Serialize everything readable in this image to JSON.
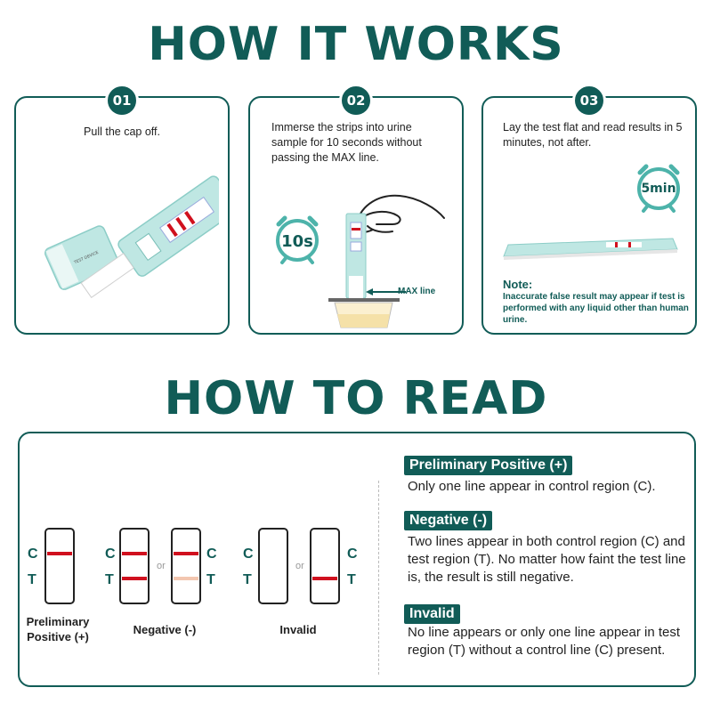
{
  "how_it_works": {
    "title": "HOW IT WORKS",
    "steps": [
      {
        "number": "01",
        "text": "Pull the cap off."
      },
      {
        "number": "02",
        "text": "Immerse the strips into urine sample for 10 seconds without passing the MAX line.",
        "timer": "10s",
        "max_label": "MAX line"
      },
      {
        "number": "03",
        "text": "Lay the test flat and read results in 5 minutes, not after.",
        "timer": "5min",
        "note_title": "Note:",
        "note_text": "Inaccurate false result may appear if test is performed with any liquid other than human urine."
      }
    ]
  },
  "how_to_read": {
    "title": "HOW TO READ",
    "strip_labels": {
      "c": "C",
      "t": "T",
      "or": "or"
    },
    "captions": {
      "positive_line1": "Preliminary",
      "positive_line2": "Positive (+)",
      "negative": "Negative (-)",
      "invalid": "Invalid"
    },
    "results": [
      {
        "heading": "Preliminary Positive (+)",
        "text": "Only one line appear in control region (C)."
      },
      {
        "heading": "Negative (-)",
        "text": "Two lines appear in both control region (C) and test region (T). No matter how faint the test line is, the result is still negative."
      },
      {
        "heading": "Invalid",
        "text": "No line appears or only one line appear in test region (T) without a control line (C) present."
      }
    ]
  },
  "colors": {
    "brand": "#115c57",
    "line_red": "#d0101e",
    "line_faint": "#f3c6b0",
    "device": "#bfe7e3"
  }
}
